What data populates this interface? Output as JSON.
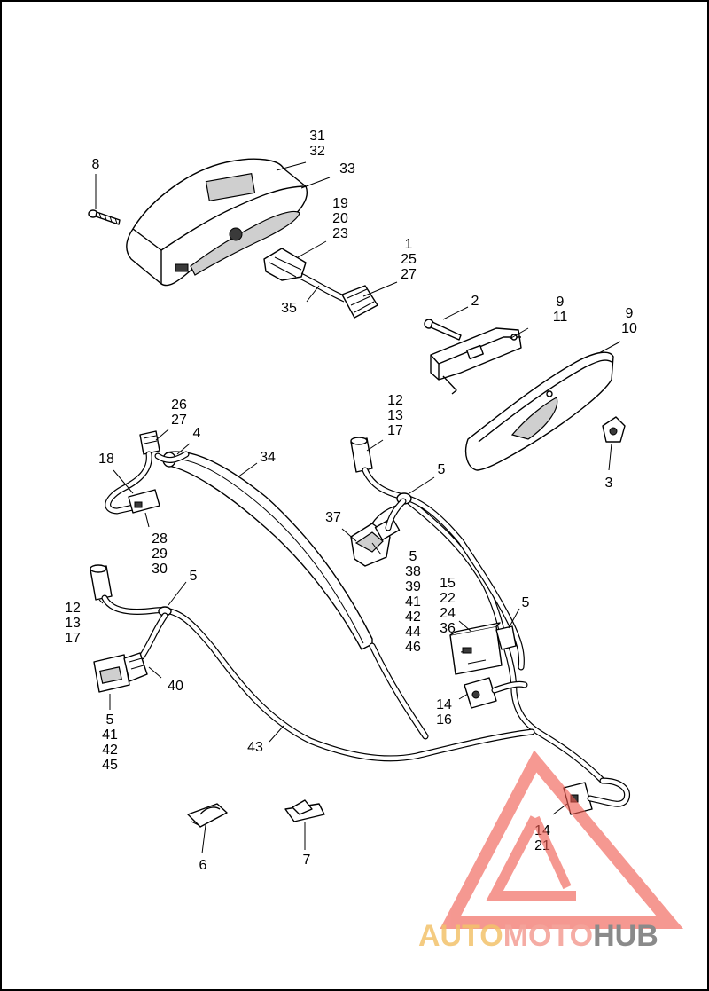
{
  "callouts": [
    {
      "id": "c-31-32",
      "lines": [
        "31",
        "32"
      ]
    },
    {
      "id": "c-33",
      "lines": [
        "33"
      ]
    },
    {
      "id": "c-8",
      "lines": [
        "8"
      ]
    },
    {
      "id": "c-19-20-23",
      "lines": [
        "19",
        "20",
        "23"
      ]
    },
    {
      "id": "c-1-25-27",
      "lines": [
        "1",
        "25",
        "27"
      ]
    },
    {
      "id": "c-35",
      "lines": [
        "35"
      ]
    },
    {
      "id": "c-2",
      "lines": [
        "2"
      ]
    },
    {
      "id": "c-9-11",
      "lines": [
        "9",
        "11"
      ]
    },
    {
      "id": "c-9-10",
      "lines": [
        "9",
        "10"
      ]
    },
    {
      "id": "c-3",
      "lines": [
        "3"
      ]
    },
    {
      "id": "c-26-27",
      "lines": [
        "26",
        "27"
      ]
    },
    {
      "id": "c-4",
      "lines": [
        "4"
      ]
    },
    {
      "id": "c-34",
      "lines": [
        "34"
      ]
    },
    {
      "id": "c-18",
      "lines": [
        "18"
      ]
    },
    {
      "id": "c-28-29-30",
      "lines": [
        "28",
        "29",
        "30"
      ]
    },
    {
      "id": "c-12-13-17-top",
      "lines": [
        "12",
        "13",
        "17"
      ]
    },
    {
      "id": "c-5-a",
      "lines": [
        "5"
      ]
    },
    {
      "id": "c-37",
      "lines": [
        "37"
      ]
    },
    {
      "id": "c-5-38-39-41-42-44-46",
      "lines": [
        "5",
        "38",
        "39",
        "41",
        "42",
        "44",
        "46"
      ]
    },
    {
      "id": "c-15-22-24-36",
      "lines": [
        "15",
        "22",
        "24",
        "36"
      ]
    },
    {
      "id": "c-5-b",
      "lines": [
        "5"
      ]
    },
    {
      "id": "c-12-13-17-left",
      "lines": [
        "12",
        "13",
        "17"
      ]
    },
    {
      "id": "c-5-c",
      "lines": [
        "5"
      ]
    },
    {
      "id": "c-40",
      "lines": [
        "40"
      ]
    },
    {
      "id": "c-5-41-42-45",
      "lines": [
        "5",
        "41",
        "42",
        "45"
      ]
    },
    {
      "id": "c-14-16",
      "lines": [
        "14",
        "16"
      ]
    },
    {
      "id": "c-43",
      "lines": [
        "43"
      ]
    },
    {
      "id": "c-14-21",
      "lines": [
        "14",
        "21"
      ]
    },
    {
      "id": "c-6",
      "lines": [
        "6"
      ]
    },
    {
      "id": "c-7",
      "lines": [
        "7"
      ]
    }
  ],
  "watermark": {
    "part1": "AUTO",
    "part2": "MOTO",
    "part3": "HUB",
    "colors": {
      "auto": "#f2c26b",
      "moto": "#f4a39a",
      "hub": "#8a8a8a",
      "triangle": "#f05a4f"
    }
  }
}
